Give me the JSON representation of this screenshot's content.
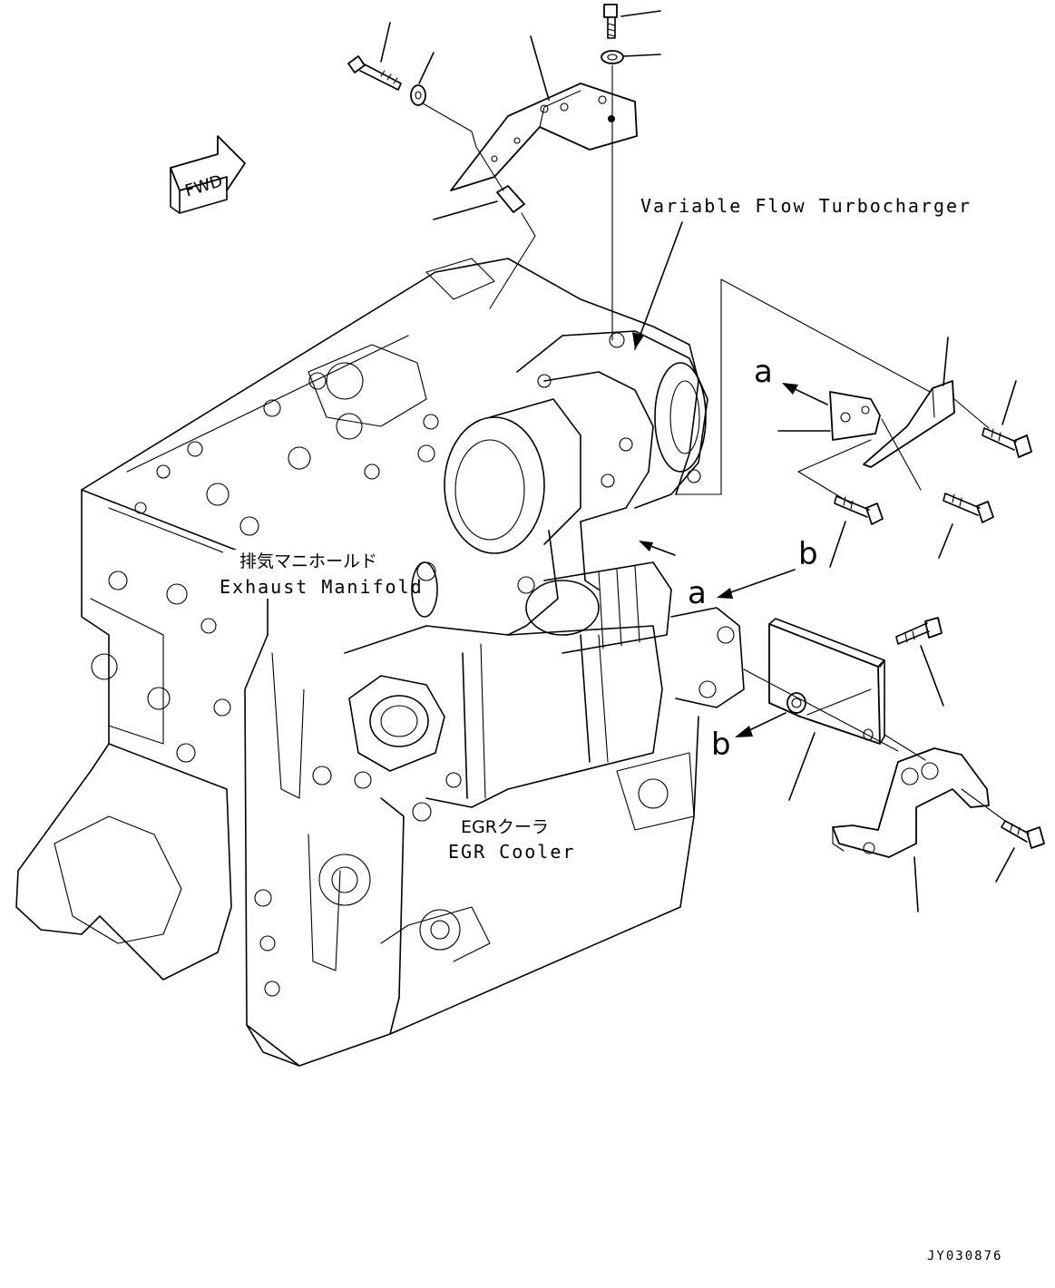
{
  "labels": {
    "fwd": "FWD",
    "turbocharger": "Variable Flow Turbocharger",
    "exhaust_manifold_jp": "排気マニホールド",
    "exhaust_manifold_en": "Exhaust Manifold",
    "egr_cooler_jp": "EGRクーラ",
    "egr_cooler_en": "EGR Cooler",
    "marker_a": "a",
    "marker_b": "b",
    "drawing_number": "JY030876"
  },
  "colors": {
    "line": "#000000",
    "background": "#ffffff"
  }
}
